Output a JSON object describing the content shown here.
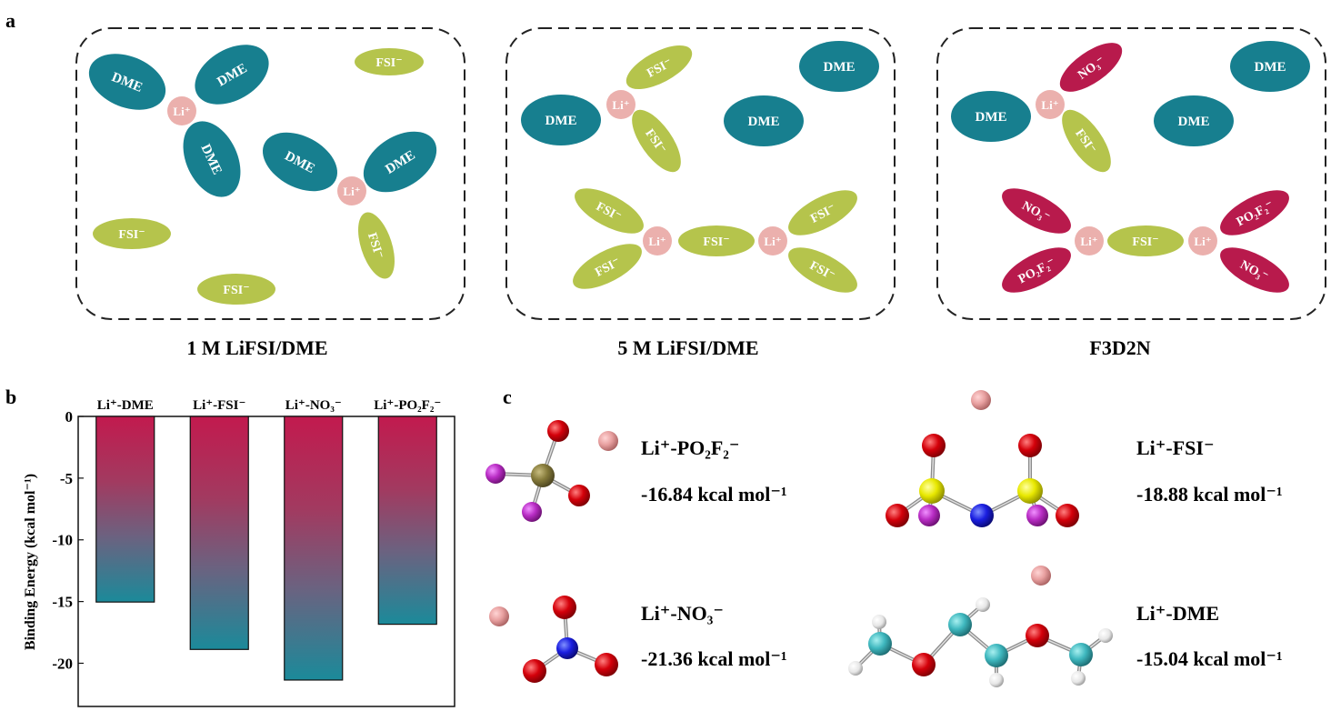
{
  "panels": {
    "a": {
      "letter": "a",
      "boxes": [
        {
          "title": "1 M LiFSI/DME",
          "li": [
            "Li⁺",
            "Li⁺"
          ],
          "dme": [
            "DME",
            "DME",
            "DME",
            "DME",
            "DME"
          ],
          "fsi": [
            "FSI⁻",
            "FSI⁻",
            "FSI⁻",
            "FSI⁻"
          ]
        },
        {
          "title": "5 M LiFSI/DME",
          "li": [
            "Li⁺",
            "Li⁺",
            "Li⁺"
          ],
          "dme": [
            "DME",
            "DME",
            "DME"
          ],
          "fsi": [
            "FSI⁻",
            "FSI⁻",
            "FSI⁻",
            "FSI⁻",
            "FSI⁻",
            "FSI⁻",
            "FSI⁻"
          ]
        },
        {
          "title": "F3D2N",
          "li": [
            "Li⁺",
            "Li⁺",
            "Li⁺"
          ],
          "dme": [
            "DME",
            "DME",
            "DME"
          ],
          "fsi": [
            "FSI⁻",
            "FSI⁻"
          ],
          "no3": [
            "NO₃⁻",
            "NO₃⁻",
            "NO₃⁻"
          ],
          "po2f2": [
            "PO₂F₂⁻",
            "PO₂F₂⁻"
          ]
        }
      ],
      "colors": {
        "dme": "#177f8f",
        "fsi": "#b5c44c",
        "red": "#b81a4c",
        "li": "#ebb0ad"
      }
    },
    "b": {
      "letter": "b"
    },
    "c": {
      "letter": "c",
      "items": [
        {
          "name": "Li⁺-PO₂F₂⁻",
          "energy": "-16.84 kcal mol⁻¹"
        },
        {
          "name": "Li⁺-FSI⁻",
          "energy": "-18.88 kcal mol⁻¹"
        },
        {
          "name": "Li⁺-NO₃⁻",
          "energy": "-21.36 kcal mol⁻¹"
        },
        {
          "name": "Li⁺-DME",
          "energy": "-15.04 kcal mol⁻¹"
        }
      ],
      "atom_colors": {
        "O": "#d4000a",
        "P": "#857a3a",
        "F": "#b82cc4",
        "S": "#e8e800",
        "N": "#1a1ee0",
        "C": "#3fb8bf",
        "H": "#ececec",
        "Li": "#e8a0a0"
      }
    }
  },
  "chart_data": {
    "type": "bar",
    "categories": [
      "Li⁺-DME",
      "Li⁺-FSI⁻",
      "Li⁺-NO₃⁻",
      "Li⁺-PO₂F₂⁻"
    ],
    "values": [
      -15.04,
      -18.88,
      -21.36,
      -16.84
    ],
    "ylabel": "Binding Energy (kcal mol⁻¹)",
    "ylim": [
      -23.5,
      0
    ],
    "yticks": [
      0,
      -5,
      -10,
      -15,
      -20
    ],
    "ytick_labels": [
      "0",
      "-5",
      "-10",
      "-15",
      "-20"
    ],
    "gradient": [
      "#c21a4e",
      "#1b8a9a"
    ]
  }
}
